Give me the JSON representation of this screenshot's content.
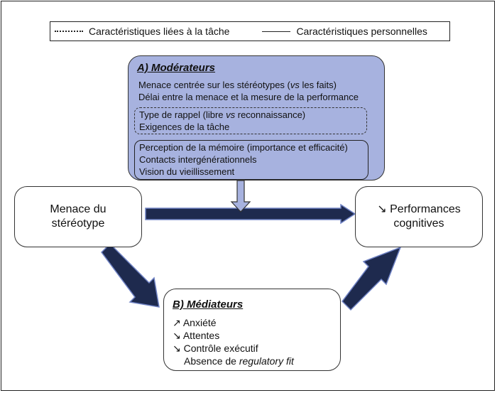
{
  "legend": {
    "task": "Caractéristiques liées à la tâche",
    "personal": "Caractéristiques personnelles"
  },
  "moderators": {
    "title": "A) Modérateurs",
    "line1_pre": "Menace centrée sur les stéréotypes (",
    "line1_em": "vs",
    "line1_post": " les faits)",
    "line2": "Délai entre la menace et la mesure de la performance",
    "task_line1_pre": "Type de rappel (libre ",
    "task_line1_em": "vs",
    "task_line1_post": " reconnaissance)",
    "task_line2": "Exigences de la tâche",
    "personal_line1": "Perception de la mémoire (importance et efficacité)",
    "personal_line2": "Contacts intergénérationnels",
    "personal_line3": "Vision du vieillissement"
  },
  "threat": {
    "line1": "Menace du",
    "line2": "stéréotype"
  },
  "performance": {
    "line1": "↘ Performances",
    "line2": "cognitives"
  },
  "mediators": {
    "title": "B) Médiateurs",
    "item1": "↗ Anxiété",
    "item2": "↘ Attentes",
    "item3": "↘ Contrôle exécutif",
    "item4_pre": "Absence de ",
    "item4_em": "regulatory fit"
  }
}
